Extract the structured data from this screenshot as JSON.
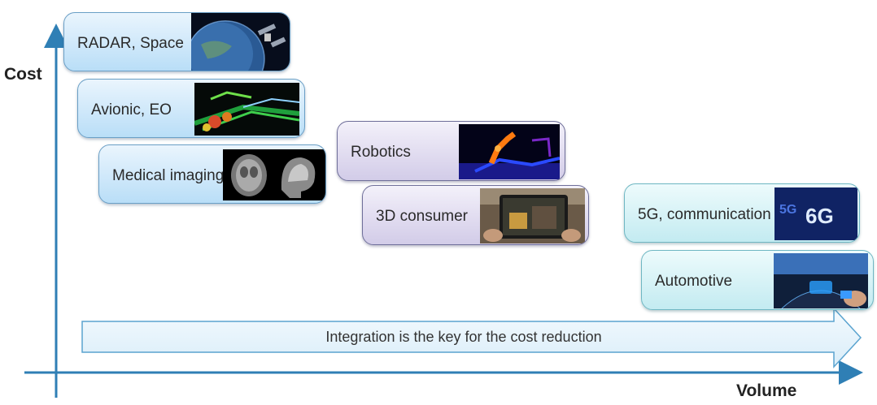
{
  "axes": {
    "y_label": "Cost",
    "x_label": "Volume"
  },
  "boxes": [
    {
      "label": "RADAR, Space",
      "image": "satellite-earth-image",
      "theme": "blue"
    },
    {
      "label": "Avionic, EO",
      "image": "lidar-point-cloud-image",
      "theme": "blue"
    },
    {
      "label": "Medical imaging",
      "image": "brain-mri-image",
      "theme": "blue"
    },
    {
      "label": "Robotics",
      "image": "robot-arm-image",
      "theme": "purple"
    },
    {
      "label": "3D consumer",
      "image": "ar-tablet-image",
      "theme": "purple"
    },
    {
      "label": "5G, communication",
      "image": "5g-6g-image",
      "theme": "cyan"
    },
    {
      "label": "Automotive",
      "image": "car-cockpit-image",
      "theme": "cyan"
    }
  ],
  "banner": {
    "text": "Integration is the key for the cost reduction"
  },
  "colors": {
    "axis": "#2f7fb5",
    "arrow_fill": "#e8f4fb",
    "arrow_stroke": "#5aa3cf"
  }
}
